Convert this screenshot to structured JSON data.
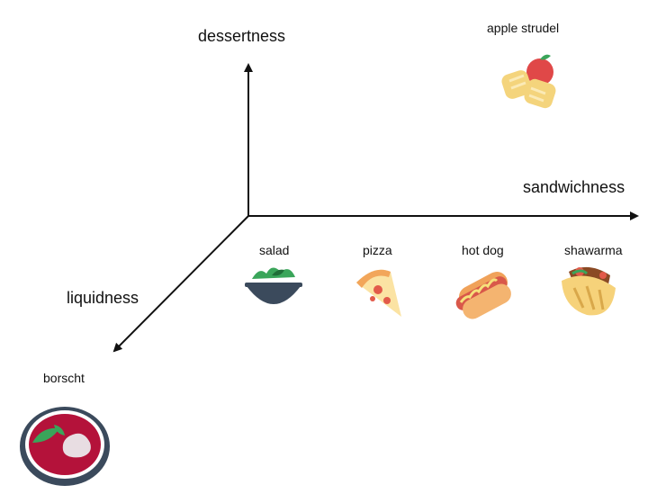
{
  "axes": {
    "y": "dessertness",
    "x": "sandwichness",
    "z": "liquidness"
  },
  "foods": [
    {
      "id": "apple-strudel",
      "label": "apple strudel",
      "icon": "apple-strudel-icon"
    },
    {
      "id": "salad",
      "label": "salad",
      "icon": "salad-bowl-icon"
    },
    {
      "id": "pizza",
      "label": "pizza",
      "icon": "pizza-slice-icon"
    },
    {
      "id": "hot-dog",
      "label": "hot dog",
      "icon": "hot-dog-icon"
    },
    {
      "id": "shawarma",
      "label": "shawarma",
      "icon": "shawarma-icon"
    },
    {
      "id": "borscht",
      "label": "borscht",
      "icon": "borscht-bowl-icon"
    }
  ],
  "colors": {
    "axis": "#111111",
    "apple": "#e04848",
    "pastry": "#f4d47c",
    "bowl_dark": "#3b4a5c",
    "greens": "#3aa55a",
    "pizza_crust": "#f2a65a",
    "pizza_cheese": "#fbe3a3",
    "pepperoni": "#e25a4a",
    "bun": "#f0a25a",
    "sausage": "#d9584a",
    "wrap": "#f6d27a",
    "borscht": "#b4123a"
  }
}
